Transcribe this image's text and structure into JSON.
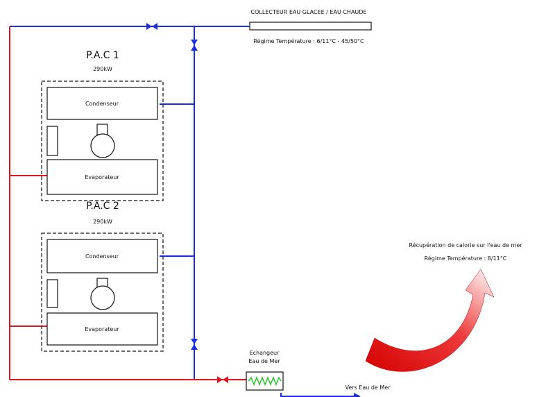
{
  "collector": {
    "title": "COLLECTEUR EAU GLACEE / EAU CHAUDE",
    "regime": "Régime Température : 6/11°C - 45/50°C"
  },
  "pac1": {
    "title": "P.A.C 1",
    "power": "290kW",
    "condenser": "Condenseur",
    "evaporator": "Evaporateur"
  },
  "pac2": {
    "title": "P.A.C 2",
    "power": "290kW",
    "condenser": "Condenseur",
    "evaporator": "Evaporateur"
  },
  "exchanger": {
    "line1": "Echangeur",
    "line2": "Eau de Mer"
  },
  "sea_outlet": "Vers Eau de Mer",
  "recovery": {
    "line1": "Récupération de calorie sur l'eau de mer",
    "line2": "Régime Température : 8/11°C"
  },
  "colors": {
    "cold_pipe": "#1a2ee0",
    "hot_pipe": "#e0141e"
  }
}
